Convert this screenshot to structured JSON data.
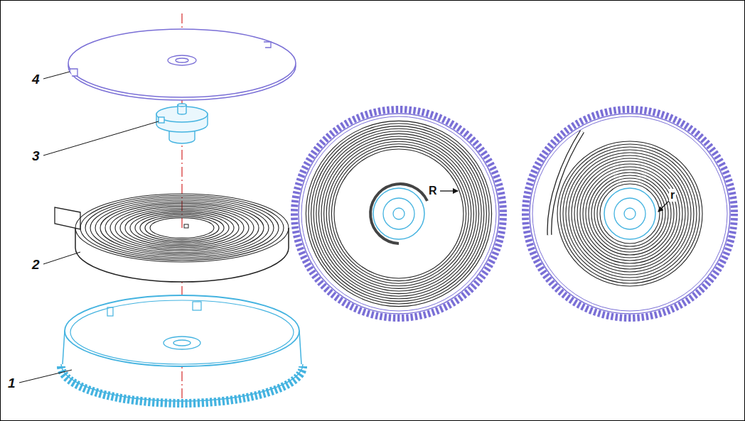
{
  "diagram": {
    "labels": [
      "4",
      "3",
      "2",
      "1",
      "R",
      "r"
    ]
  }
}
